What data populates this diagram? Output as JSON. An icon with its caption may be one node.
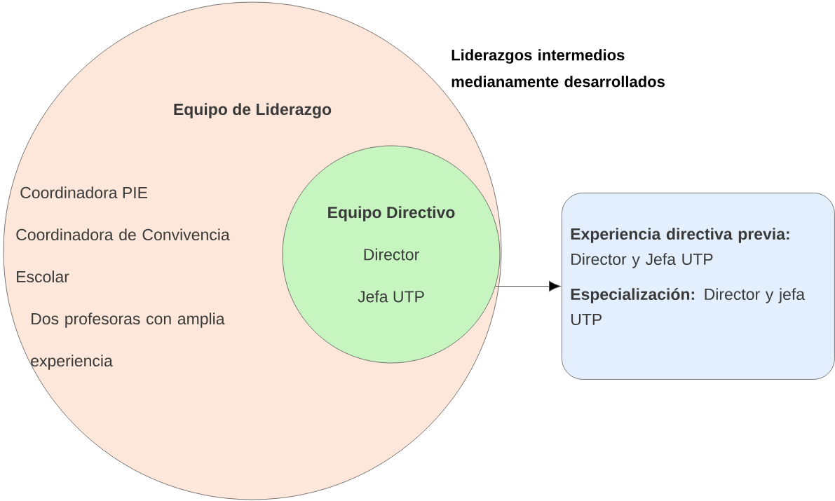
{
  "diagram": {
    "nodes": [
      {
        "text": [
          "Equipo de Liderazgo",
          "Coordinadora PIE",
          "Coordinadora de Convivencia Escolar",
          "Dos profesoras con amplia experiencia"
        ]
      },
      {
        "text": [
          "Equipo Directivo",
          "Director",
          "Jefa UTP"
        ],
        "in": 0
      },
      {
        "text": [
          "**Experiencia directiva previa:** Director y Jefa UTP",
          "**Especialización:** Director y jefa UTP"
        ]
      }
    ],
    "edges": [
      {
        "from": 1,
        "to": 2,
        "arrow": "to"
      }
    ],
    "labels": [
      "Liderazgos intermedios medianamente desarrollados"
    ]
  }
}
